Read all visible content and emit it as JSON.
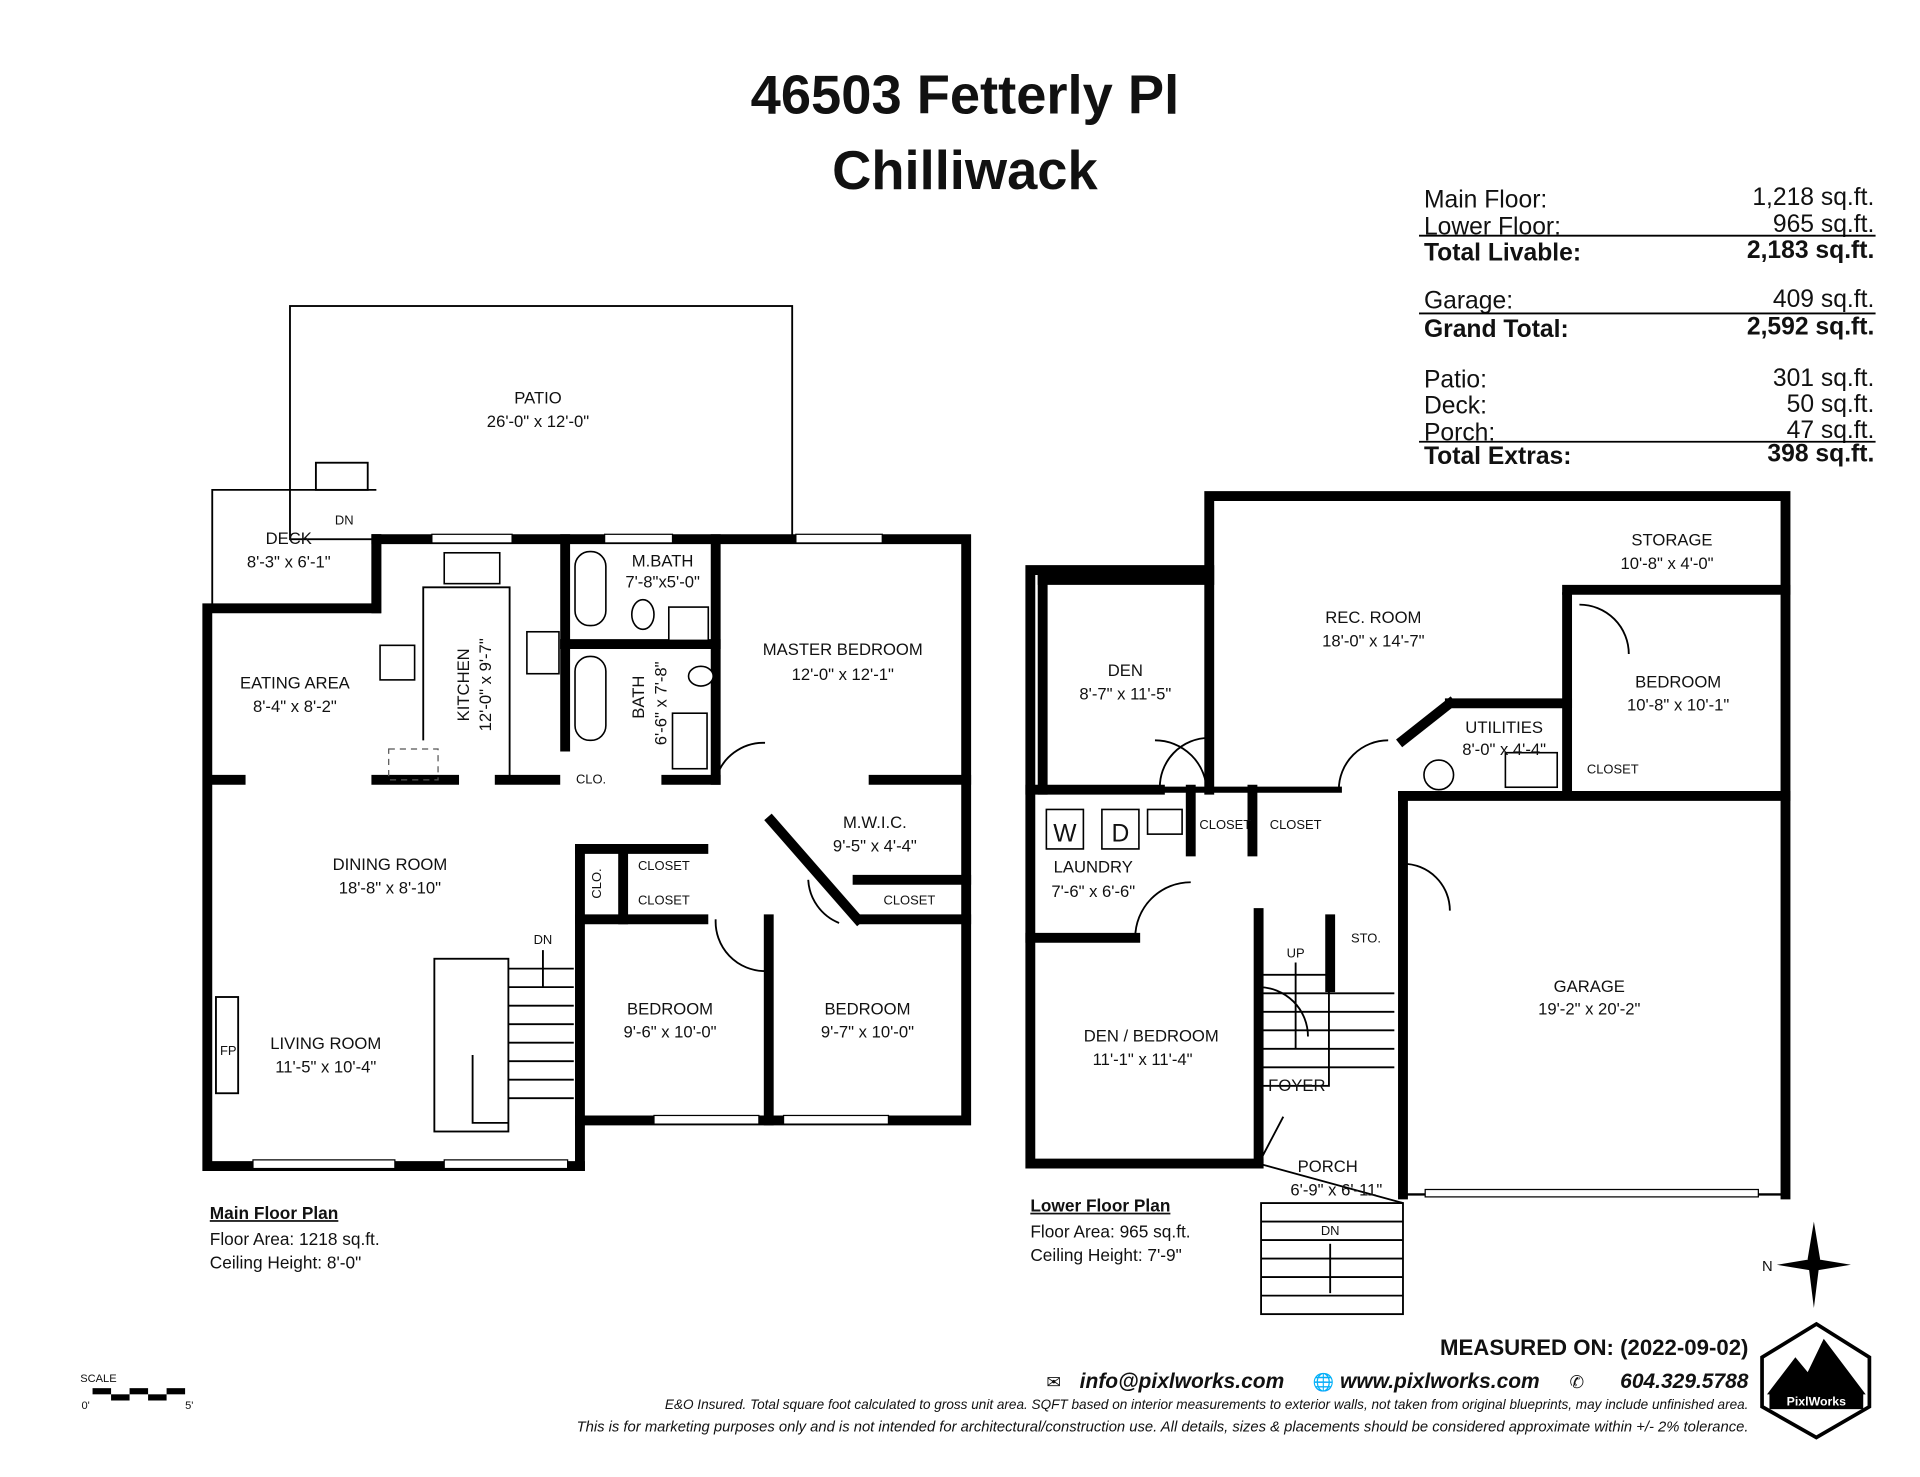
{
  "title": {
    "line1": "46503 Fetterly Pl",
    "line2": "Chilliwack"
  },
  "areas": {
    "main_floor": {
      "label": "Main Floor:",
      "value": "1,218 sq.ft."
    },
    "lower_floor": {
      "label": "Lower Floor:",
      "value": "965 sq.ft."
    },
    "total_livable": {
      "label": "Total Livable:",
      "value": "2,183 sq.ft."
    },
    "garage": {
      "label": "Garage:",
      "value": "409 sq.ft."
    },
    "grand_total": {
      "label": "Grand Total:",
      "value": "2,592 sq.ft."
    },
    "patio": {
      "label": "Patio:",
      "value": "301 sq.ft."
    },
    "deck": {
      "label": "Deck:",
      "value": "50 sq.ft."
    },
    "porch": {
      "label": "Porch:",
      "value": "47 sq.ft."
    },
    "total_extras": {
      "label": "Total Extras:",
      "value": "398 sq.ft."
    }
  },
  "main_floor": {
    "heading": "Main Floor Plan",
    "floor_area": "Floor Area: 1218 sq.ft.",
    "ceiling": "Ceiling Height: 8'-0\"",
    "rooms": {
      "patio": {
        "name": "PATIO",
        "dim": "26'-0\" x 12'-0\""
      },
      "deck": {
        "name": "DECK",
        "dim": "8'-3\" x 6'-1\""
      },
      "eating": {
        "name": "EATING AREA",
        "dim": "8'-4\" x 8'-2\""
      },
      "kitchen": {
        "name": "KITCHEN",
        "dim": "12'-0\" x 9'-7\""
      },
      "mbath": {
        "name": "M.BATH",
        "dim": "7'-8\"x5'-0\""
      },
      "bath": {
        "name": "BATH",
        "dim": "6'-6\" x 7'-8\""
      },
      "master": {
        "name": "MASTER BEDROOM",
        "dim": "12'-0\" x 12'-1\""
      },
      "mwic": {
        "name": "M.W.I.C.",
        "dim": "9'-5\" x 4'-4\""
      },
      "dining": {
        "name": "DINING ROOM",
        "dim": "18'-8\" x 8'-10\""
      },
      "living": {
        "name": "LIVING ROOM",
        "dim": "11'-5\" x 10'-4\""
      },
      "bed1": {
        "name": "BEDROOM",
        "dim": "9'-6\" x 10'-0\""
      },
      "bed2": {
        "name": "BEDROOM",
        "dim": "9'-7\" x 10'-0\""
      }
    },
    "labels": {
      "clo": "CLO.",
      "clo2": "CLO.",
      "closet1": "CLOSET",
      "closet2": "CLOSET",
      "closet3": "CLOSET",
      "dn": "DN",
      "dn_deck": "DN",
      "fp": "FP"
    }
  },
  "lower_floor": {
    "heading": "Lower Floor Plan",
    "floor_area": "Floor Area: 965 sq.ft.",
    "ceiling": "Ceiling Height: 7'-9\"",
    "rooms": {
      "den": {
        "name": "DEN",
        "dim": "8'-7\" x 11'-5\""
      },
      "rec": {
        "name": "REC. ROOM",
        "dim": "18'-0\" x 14'-7\""
      },
      "storage": {
        "name": "STORAGE",
        "dim": "10'-8\" x 4'-0\""
      },
      "bedroom": {
        "name": "BEDROOM",
        "dim": "10'-8\" x 10'-1\""
      },
      "utilities": {
        "name": "UTILITIES",
        "dim": "8'-0\" x 4'-4\""
      },
      "laundry": {
        "name": "LAUNDRY",
        "dim": "7'-6\" x 6'-6\""
      },
      "den_bed": {
        "name": "DEN / BEDROOM",
        "dim": "11'-1\" x 11'-4\""
      },
      "garage": {
        "name": "GARAGE",
        "dim": "19'-2\" x 20'-2\""
      },
      "foyer": {
        "name": "FOYER"
      },
      "porch": {
        "name": "PORCH",
        "dim": "6'-9\" x 6'-11\""
      }
    },
    "labels": {
      "closet1": "CLOSET",
      "closet2": "CLOSET",
      "closet3": "CLOSET",
      "up": "UP",
      "sto": "STO.",
      "dn": "DN",
      "w": "W",
      "d": "D"
    }
  },
  "compass": {
    "north": "N"
  },
  "scale": {
    "label": "SCALE",
    "start": "0'",
    "end": "5'"
  },
  "footer": {
    "measured": "MEASURED ON: (2022-09-02)",
    "email": "info@pixlworks.com",
    "website": "www.pixlworks.com",
    "phone": "604.329.5788",
    "disclaimer1": "E&O Insured.  Total square foot calculated to gross unit area. SQFT based on interior measurements to exterior walls, not taken from original blueprints, may include unfinished area.",
    "disclaimer2": "This is for marketing purposes only and is not intended for architectural/construction use.  All details, sizes & placements should be considered approximate within +/- 2%  tolerance.",
    "logo_text": "PixlWorks"
  }
}
